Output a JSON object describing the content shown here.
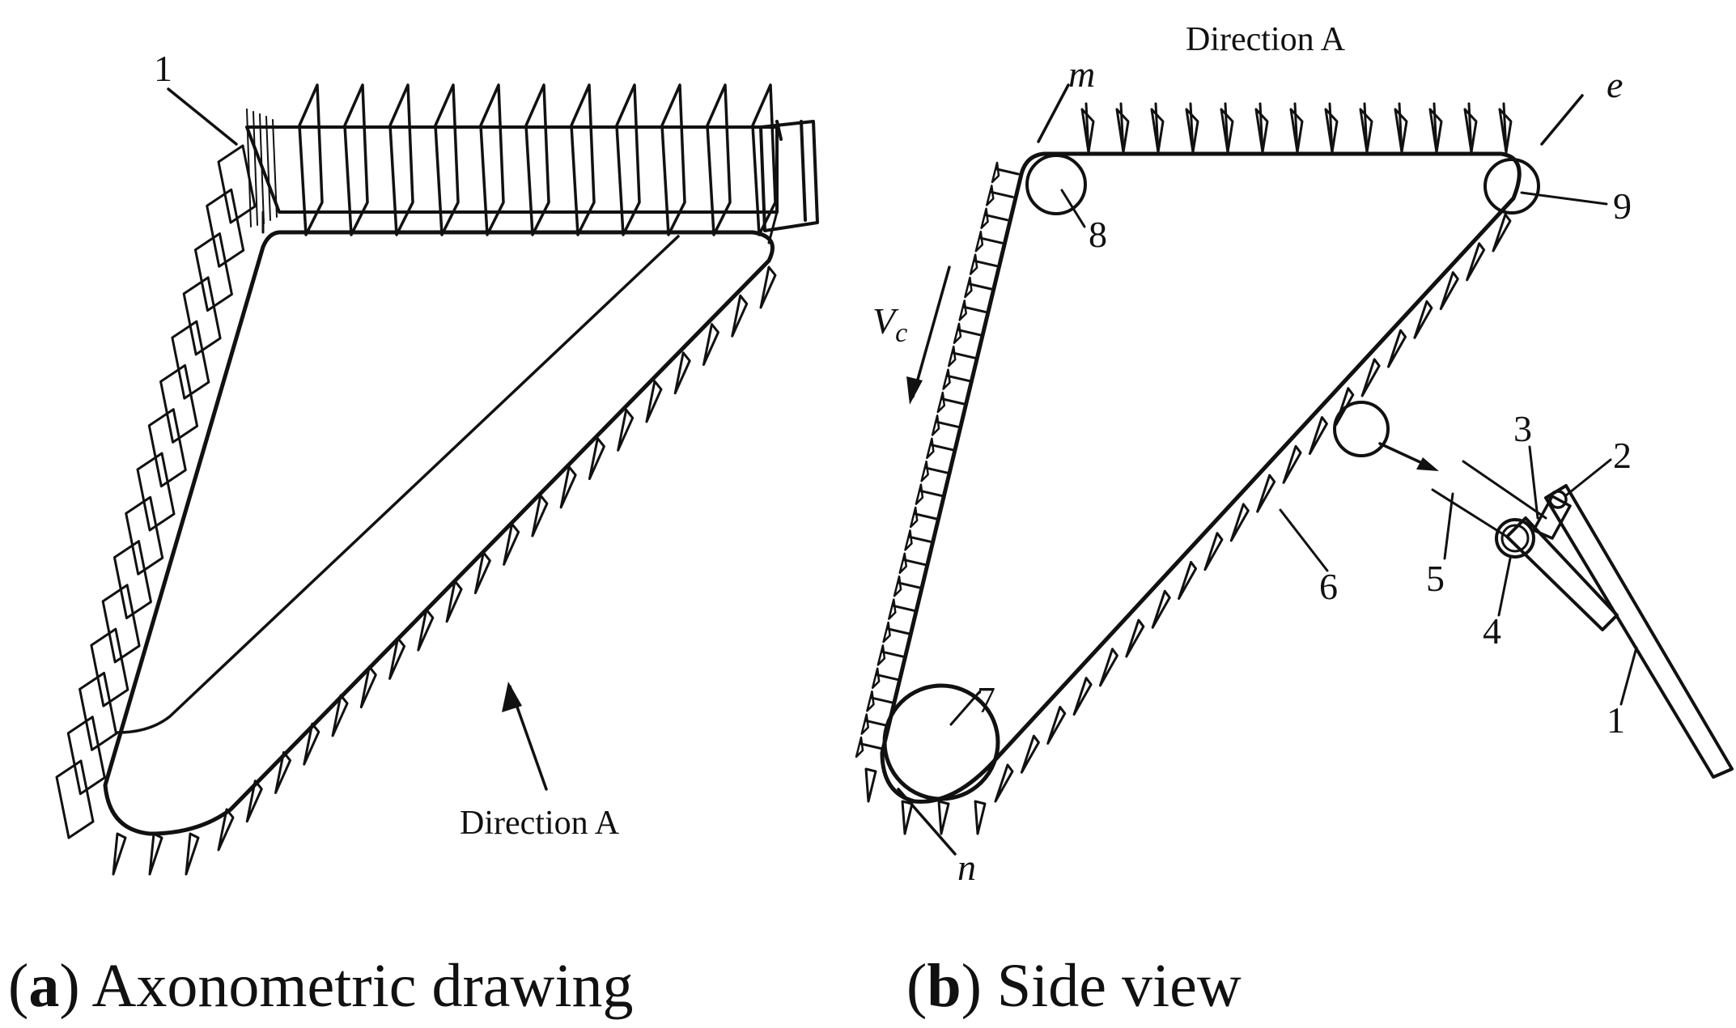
{
  "panel_a": {
    "label_1": "1",
    "direction": "Direction A",
    "caption_letter": "a",
    "caption_text": "Axonometric drawing"
  },
  "panel_b": {
    "direction_top": "Direction A",
    "labels": {
      "m": "m",
      "e": "e",
      "n": "n",
      "vc_v": "V",
      "vc_sub": "c",
      "p1": "1",
      "p2": "2",
      "p3": "3",
      "p4": "4",
      "p5": "5",
      "p6": "6",
      "p7": "7",
      "p8": "8",
      "p9": "9"
    },
    "caption_letter": "b",
    "caption_text": "Side view"
  },
  "colors": {
    "ink": "#111111",
    "background": "#ffffff"
  }
}
